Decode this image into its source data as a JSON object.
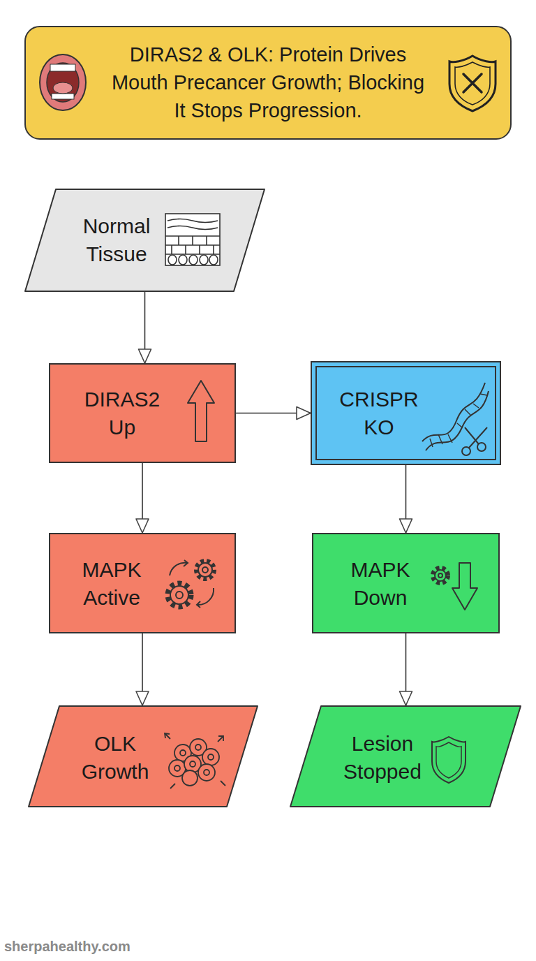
{
  "diagram": {
    "title": "DIRAS2 & OLK: Protein Drives Mouth Precancer Growth; Blocking It Stops Progression.",
    "nodes": [
      {
        "text": [
          "Normal Tissue"
        ]
      },
      {
        "text": [
          "DIRAS2 Up"
        ]
      },
      {
        "text": [
          "CRISPR KO"
        ]
      },
      {
        "text": [
          "MAPK Active"
        ]
      },
      {
        "text": [
          "MAPK Down"
        ]
      },
      {
        "text": [
          "OLK Growth"
        ]
      },
      {
        "text": [
          "Lesion Stopped"
        ]
      }
    ],
    "edges": [
      {
        "from": 0,
        "to": 1,
        "arrow": "to"
      },
      {
        "from": 1,
        "to": 2,
        "arrow": "to"
      },
      {
        "from": 1,
        "to": 3,
        "arrow": "to"
      },
      {
        "from": 2,
        "to": 4,
        "arrow": "to"
      },
      {
        "from": 3,
        "to": 5,
        "arrow": "to"
      },
      {
        "from": 4,
        "to": 6,
        "arrow": "to"
      }
    ],
    "labels": [
      "sherpahealthy.com"
    ]
  }
}
